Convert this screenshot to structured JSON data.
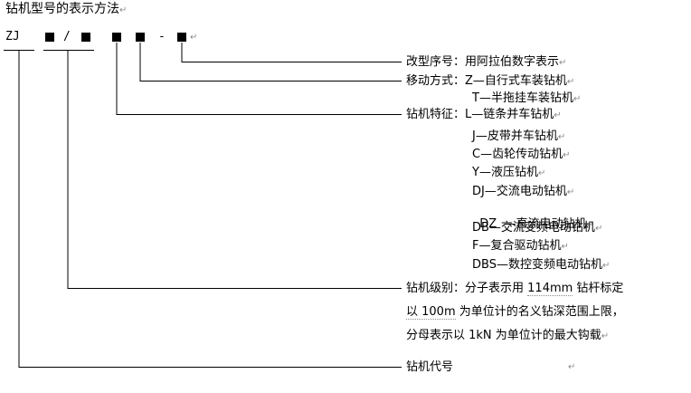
{
  "title": "钻机型号的表示方法",
  "return_mark": "↵",
  "code": {
    "prefix": "ZJ",
    "slash": "/",
    "dash": "-"
  },
  "modification": {
    "label": "改型序号：",
    "text": "用阿拉伯数字表示"
  },
  "movement": {
    "label": "移动方式：",
    "items": [
      "Z—自行式车装钻机",
      "T—半拖挂车装钻机"
    ]
  },
  "features": {
    "label": "钻机特征：",
    "items": [
      "L—链条并车钻机",
      "J—皮带并车钻机",
      "C—齿轮传动钻机",
      "Y—液压钻机",
      "DJ—交流电动钻机",
      "DZ  —直流电动钻机",
      "DB—交流变频电动钻机",
      "F—复合驱动钻机",
      "DBS—数控变频电动钻机"
    ]
  },
  "grade": {
    "label": "钻机级别：",
    "line1_a": "分子表示用 ",
    "line1_u": "114mm",
    "line1_b": " 钻杆标定",
    "line2_u": "以 100m",
    "line2_b": " 为单位计的名义钻深范围上限，",
    "line3": "分母表示以 1kN 为单位计的最大钩载"
  },
  "code_name": {
    "label": "钻机代号"
  }
}
